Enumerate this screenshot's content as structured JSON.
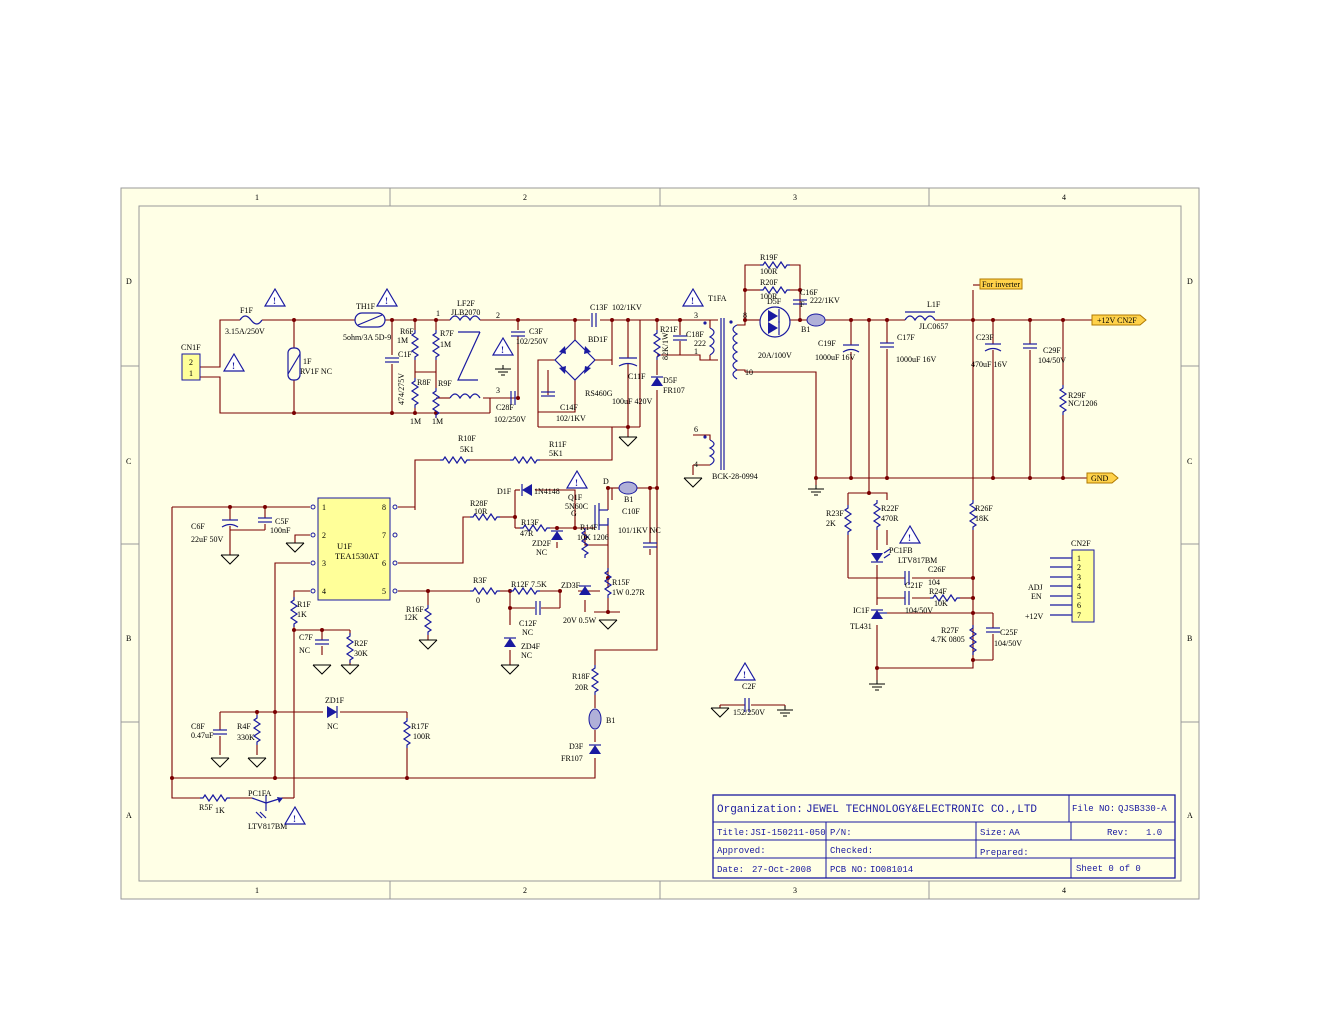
{
  "frame": {
    "columns": [
      "1",
      "2",
      "3",
      "4"
    ],
    "rows": [
      "D",
      "C",
      "B",
      "A"
    ],
    "background": "#ffffe6",
    "wire_color": "#7a0000",
    "component_color": "#1a1aa0"
  },
  "components": {
    "CN1F": {
      "ref": "CN1F",
      "pins": [
        "2",
        "1"
      ]
    },
    "F1F": {
      "ref": "F1F",
      "value": "3.15A/250V"
    },
    "RV1F": {
      "ref": "1F",
      "value": "RV1F  NC"
    },
    "TH1F": {
      "ref": "TH1F",
      "value": "5ohm/3A 5D-9"
    },
    "C1F": {
      "ref": "C1F",
      "value": "474/275V"
    },
    "R6F": {
      "ref": "R6F",
      "value": "1M"
    },
    "R7F": {
      "ref": "R7F",
      "value": "1M"
    },
    "R8F": {
      "ref": "R8F",
      "value": "1M"
    },
    "R9F": {
      "ref": "R9F",
      "value": "1M"
    },
    "LF2F": {
      "ref": "LF2F",
      "value": "JLB2070"
    },
    "C3F": {
      "ref": "C3F",
      "value": "102/250V"
    },
    "C28F": {
      "ref": "C28F",
      "value": "102/250V"
    },
    "C13F": {
      "ref": "C13F",
      "value": "102/1KV"
    },
    "BD1F": {
      "ref": "BD1F",
      "value": "RS460G"
    },
    "C14F": {
      "ref": "C14F",
      "value": "102/1KV"
    },
    "C11F": {
      "ref": "C11F",
      "value": "100uF 420V"
    },
    "R21F": {
      "ref": "R21F",
      "value": "82K/1W"
    },
    "C18F": {
      "ref": "C18F",
      "value": "222"
    },
    "D5F_pri": {
      "ref": "D5F",
      "value": "FR107"
    },
    "T1FA": {
      "ref": "T1FA",
      "value": "BCK-28-0994"
    },
    "R19F": {
      "ref": "R19F",
      "value": "100R"
    },
    "R20F": {
      "ref": "R20F",
      "value": "100R"
    },
    "C16F": {
      "ref": "C16F",
      "value": "222/1KV"
    },
    "D5F_sec": {
      "ref": "D5F",
      "value": "20A/100V"
    },
    "B1_sec": {
      "ref": "B1"
    },
    "L1F": {
      "ref": "L1F",
      "value": "JLC0657"
    },
    "C19F": {
      "ref": "C19F",
      "value": "1000uF 16V"
    },
    "C17F": {
      "ref": "C17F",
      "value": "1000uF 16V"
    },
    "C23F": {
      "ref": "C23F",
      "value": "470uF 16V"
    },
    "C29F": {
      "ref": "C29F",
      "value": "104/50V"
    },
    "R29F": {
      "ref": "R29F",
      "value": "NC/1206"
    },
    "R10F": {
      "ref": "R10F",
      "value": "5K1"
    },
    "R11F": {
      "ref": "R11F",
      "value": "5K1"
    },
    "U1F": {
      "ref": "U1F",
      "value": "TEA1530AT",
      "pins_left": [
        "1",
        "2",
        "3",
        "4"
      ],
      "pins_right": [
        "8",
        "7",
        "6",
        "5"
      ]
    },
    "C6F": {
      "ref": "C6F",
      "value": "22uF 50V"
    },
    "C5F": {
      "ref": "C5F",
      "value": "100nF"
    },
    "R28F": {
      "ref": "R28F",
      "value": "10R"
    },
    "D1F": {
      "ref": "D1F",
      "value": "1N4148"
    },
    "R13F": {
      "ref": "R13F",
      "value": "47R"
    },
    "ZD2F": {
      "ref": "ZD2F",
      "value": "NC"
    },
    "Q1F": {
      "ref": "Q1F",
      "value": "5N60C"
    },
    "R14F": {
      "ref": "R14F",
      "value": "10K 1206"
    },
    "B1_pri": {
      "ref": "B1"
    },
    "C10F": {
      "ref": "C10F",
      "value": "101/1KV NC"
    },
    "R3F": {
      "ref": "R3F",
      "value": "0"
    },
    "R12F": {
      "ref": "R12F",
      "value": "7.5K"
    },
    "ZD3F": {
      "ref": "ZD3F",
      "value": "20V 0.5W"
    },
    "R15F": {
      "ref": "R15F",
      "value": "1W 0.27R"
    },
    "C12F": {
      "ref": "C12F",
      "value": "NC"
    },
    "ZD4F": {
      "ref": "ZD4F",
      "value": "NC"
    },
    "R16F": {
      "ref": "R16F",
      "value": "12K"
    },
    "R1F": {
      "ref": "R1F",
      "value": "1K"
    },
    "C7F": {
      "ref": "C7F",
      "value": "NC"
    },
    "R2F": {
      "ref": "R2F",
      "value": "30K"
    },
    "ZD1F": {
      "ref": "ZD1F",
      "value": "NC"
    },
    "C8F": {
      "ref": "C8F",
      "value": "0.47uF"
    },
    "R4F": {
      "ref": "R4F",
      "value": "330K"
    },
    "R17F": {
      "ref": "R17F",
      "value": "100R"
    },
    "R5F": {
      "ref": "R5F",
      "value": "1K"
    },
    "PC1FA": {
      "ref": "PC1FA",
      "value": "LTV817BM"
    },
    "R18F": {
      "ref": "R18F",
      "value": "20R"
    },
    "B1_aux": {
      "ref": "B1"
    },
    "D3F": {
      "ref": "D3F",
      "value": "FR107"
    },
    "C2F": {
      "ref": "C2F",
      "value": "152/250V"
    },
    "R23F": {
      "ref": "R23F",
      "value": "2K"
    },
    "R22F": {
      "ref": "R22F",
      "value": "470R"
    },
    "PC1FB": {
      "ref": "PC1FB",
      "value": "LTV817BM"
    },
    "C26F": {
      "ref": "C26F",
      "value": "104"
    },
    "C21F": {
      "ref": "C21F",
      "value": "104/50V"
    },
    "R24F": {
      "ref": "R24F",
      "value": "10K"
    },
    "IC1F": {
      "ref": "IC1F",
      "value": "TL431"
    },
    "R27F": {
      "ref": "R27F",
      "value": "4.7K 0805"
    },
    "C25F": {
      "ref": "C25F",
      "value": "104/50V"
    },
    "R26F": {
      "ref": "R26F",
      "value": "18K"
    },
    "CN2F": {
      "ref": "CN2F",
      "pins": [
        "1",
        "2",
        "3",
        "4",
        "5",
        "6",
        "7"
      ],
      "signals": [
        "ADJ",
        "EN",
        "+12V"
      ]
    }
  },
  "net_labels": {
    "inverter": "For inverter",
    "out12": "+12V CN2F",
    "gnd": "GND"
  },
  "title_block": {
    "organization_label": "Organization:",
    "organization": "JEWEL TECHNOLOGY&ELECTRONIC CO.,LTD",
    "file_no_label": "File NO:",
    "file_no": "QJSB330-A",
    "title_label": "Title:",
    "title": "JSI-150211-050",
    "pn_label": "P/N:",
    "size_label": "Size:",
    "size": "AA",
    "rev_label": "Rev:",
    "rev": "1.0",
    "approved_label": "Approved:",
    "checked_label": "Checked:",
    "prepared_label": "Prepared:",
    "date_label": "Date:",
    "date": "27-Oct-2008",
    "pcb_no_label": "PCB NO:",
    "pcb_no": "IO081014",
    "sheet": "Sheet 0 of 0"
  }
}
